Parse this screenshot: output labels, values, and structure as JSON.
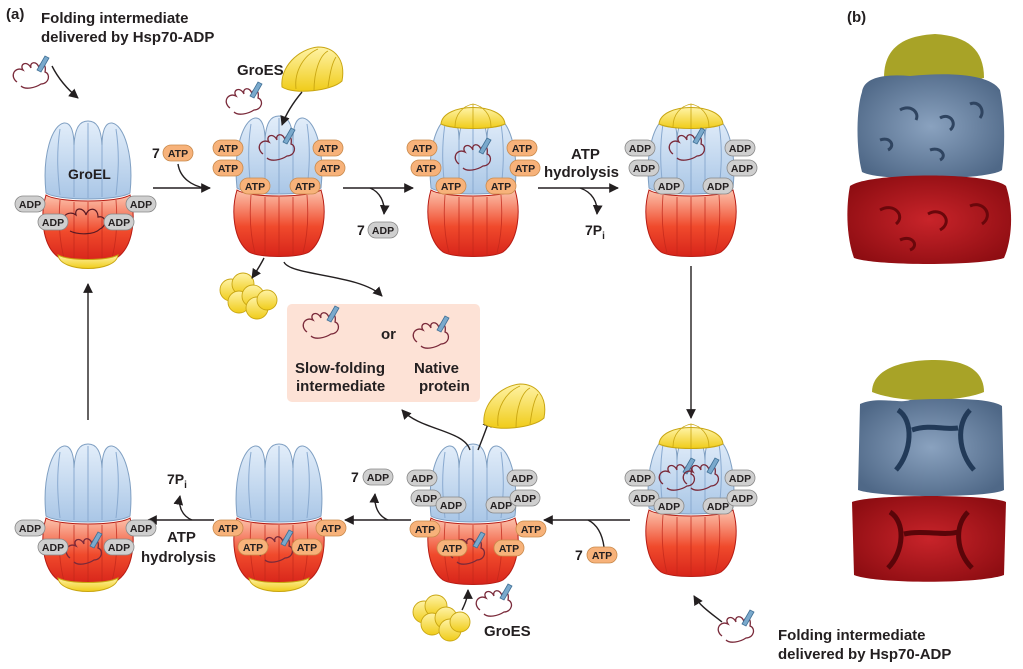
{
  "panel_labels": {
    "a": "(a)",
    "b": "(b)"
  },
  "labels": {
    "folding_top_line1": "Folding intermediate",
    "folding_top_line2": "delivered by Hsp70-ADP",
    "groes_top": "GroES",
    "groel": "GroEL",
    "seven_atp_1": "7",
    "seven_adp_1": "7",
    "atp_hydrolysis_top_line1": "ATP",
    "atp_hydrolysis_top_line2": "hydrolysis",
    "seven_pi_top": "7P",
    "pi_sub": "i",
    "or": "or",
    "slow_folding_line1": "Slow-folding",
    "slow_folding_line2": "intermediate",
    "native_line1": "Native",
    "native_line2": "protein",
    "seven_adp_2": "7",
    "seven_pi_bottom": "7P",
    "atp_hydrolysis_bottom_line1": "ATP",
    "atp_hydrolysis_bottom_line2": "hydrolysis",
    "seven_atp_2": "7",
    "groes_bottom": "GroES",
    "folding_bottom_line1": "Folding intermediate",
    "folding_bottom_line2": "delivered by Hsp70-ADP"
  },
  "nucleotides": {
    "atp": "ATP",
    "adp": "ADP"
  },
  "colors": {
    "groel_upper": "#b9d4ee",
    "groel_upper_edge": "#7f9fc2",
    "groel_lower": "#e8301f",
    "groel_lower_light": "#fbb49a",
    "groes": "#f6dc2e",
    "atp_pill": "#f7b27a",
    "adp_pill": "#cfcfcf",
    "box_bg": "#fde2d6",
    "structure_yellow": "#a8a327",
    "structure_blue": "#6f88a6",
    "structure_red": "#b3141a"
  }
}
